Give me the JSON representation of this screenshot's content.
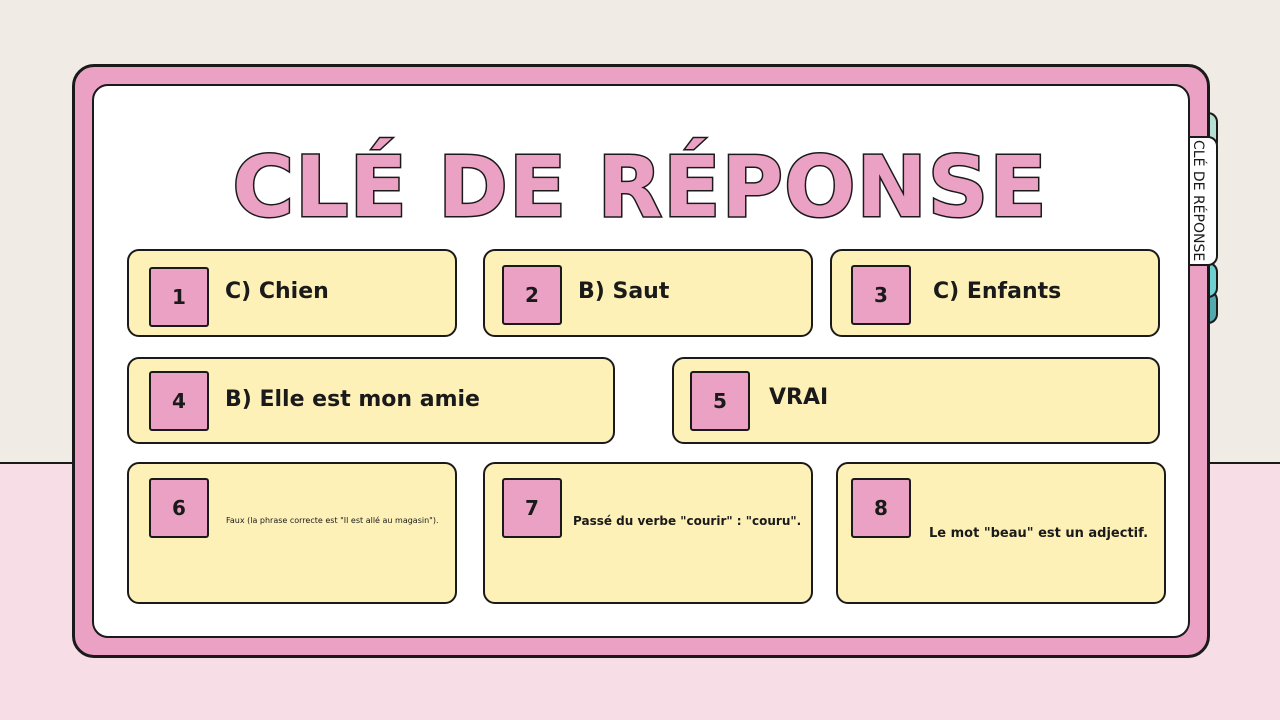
{
  "title": "CLÉ DE RÉPONSE",
  "side_tab": "CLÉ DE RÉPONSE",
  "answers": [
    {
      "num": "1",
      "text": "C) Chien"
    },
    {
      "num": "2",
      "text": "B) Saut"
    },
    {
      "num": "3",
      "text": "C) Enfants"
    },
    {
      "num": "4",
      "text": "B) Elle est mon amie"
    },
    {
      "num": "5",
      "text": "VRAI"
    },
    {
      "num": "6",
      "text": "Faux (la phrase correcte est \"Il est allé au magasin\")."
    },
    {
      "num": "7",
      "text": "Passé du verbe \"courir\" : \"couru\"."
    },
    {
      "num": "8",
      "text": "Le mot \"beau\" est un adjectif."
    }
  ],
  "colors": {
    "pink": "#eba1c4",
    "yellow": "#fdf1b8",
    "mint": "#b6e0d4",
    "teal": "#6fcfd1",
    "dark_teal": "#52a9ae"
  }
}
